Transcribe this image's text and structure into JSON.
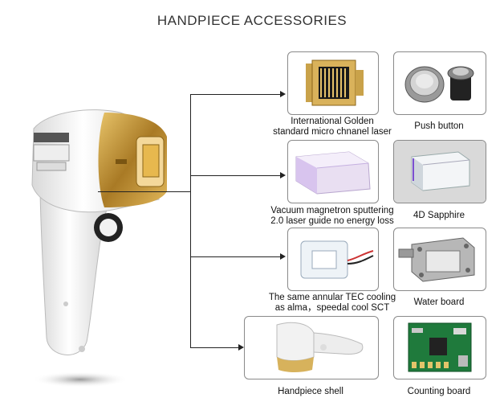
{
  "header": {
    "title": "HANDPIECE  ACCESSORIES"
  },
  "accessories": [
    {
      "label_line1": "International Golden",
      "label_line2": "standard micro chnanel laser"
    },
    {
      "label_line1": "Push button"
    },
    {
      "label_line1": "Vacuum magnetron sputtering",
      "label_line2": "2.0 laser guide no energy loss"
    },
    {
      "label_line1": "4D Sapphire"
    },
    {
      "label_line1": "The same annular TEC cooling",
      "label_line2": "as alma，speedal cool SCT"
    },
    {
      "label_line1": "Water board"
    },
    {
      "label_line1": "Handpiece shell"
    },
    {
      "label_line1": "Counting board"
    }
  ],
  "colors": {
    "connector": "#222222",
    "gold": "#c9a24a",
    "card_border": "#8a8a8a"
  }
}
